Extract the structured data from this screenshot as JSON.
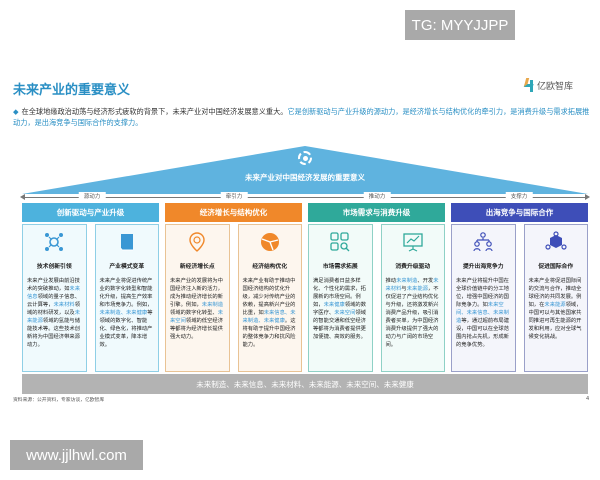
{
  "watermarks": {
    "top_right": "TG: MYYJJPP",
    "bottom_left": "www.jjlhwl.com"
  },
  "header": {
    "title": "未来产业的重要意义",
    "logo_text": "亿欧智库"
  },
  "intro": {
    "plain": "在全球地缘政治动荡与经济形式疲软的背景下，未来产业对中国经济发展意义重大。",
    "highlight": "它是创新驱动与产业升级的源动力，是经济增长与结构优化的牵引力，是消费升级与需求拓展推动力，是出海竞争与国际合作的支撑力。"
  },
  "roof": {
    "title": "未来产业对中国经济发展的重要意义",
    "color": "#5fb3df"
  },
  "forces": [
    "源动力",
    "牵引力",
    "推动力",
    "支撑力"
  ],
  "categories": [
    {
      "label": "创新驱动与产业升级",
      "color": "#4db2dd",
      "card_border": "#8fcfe6",
      "card_bg": "#f0fafd",
      "icon_color": "#3a97d4",
      "cards": [
        {
          "icon": "network-cog-icon",
          "title": "技术创新引领",
          "body": [
            {
              "t": "未来产业发展由前沿技术的突破推动，如"
            },
            {
              "t": "未来信息",
              "hl": true
            },
            {
              "t": "领域的量子信息、云计算等，"
            },
            {
              "t": "未来材料",
              "hl": true
            },
            {
              "t": "领域的材料研发，以及"
            },
            {
              "t": "未来能源",
              "hl": true
            },
            {
              "t": "领域的氢能与储能技术等。这些技术创新将为中国经济带来源动力。"
            }
          ]
        },
        {
          "icon": "book-icon",
          "title": "产业模式变革",
          "body": [
            {
              "t": "未来产业将促进传统产业的数字化转型和智能化升级，提高生产效率和市场竞争力。例如，"
            },
            {
              "t": "未来制造、未来健康",
              "hl": true
            },
            {
              "t": "等领域的数字化、智能化、绿色化，将推动产业模式变革，降本增效。"
            }
          ]
        }
      ]
    },
    {
      "label": "经济增长与结构优化",
      "color": "#f0882a",
      "card_border": "#e9c394",
      "card_bg": "#fdf6ee",
      "icon_color": "#f0882a",
      "cards": [
        {
          "icon": "location-pin-icon",
          "title": "新经济增长点",
          "body": [
            {
              "t": "未来产业的发展将为中国经济注入新的活力，成为推动经济增长的新引擎。例如，"
            },
            {
              "t": "未来制造",
              "hl": true
            },
            {
              "t": "领域的数字化转型、"
            },
            {
              "t": "未来空间",
              "hl": true
            },
            {
              "t": "领域的低空经济等都将为经济增长提供强大动力。"
            }
          ]
        },
        {
          "icon": "pie-chart-icon",
          "title": "经济结构优化",
          "body": [
            {
              "t": "未来产业有助于推动中国经济结构的优化升级，减少对传统产业的依赖，提高新兴产业的比重，如"
            },
            {
              "t": "未来信息、未来制造、未来健康",
              "hl": true
            },
            {
              "t": "。这将有助于提升中国经济的整体竞争力和抗风险能力。"
            }
          ]
        }
      ]
    },
    {
      "label": "市场需求与消费升级",
      "color": "#2fa99a",
      "card_border": "#8fd1c6",
      "card_bg": "#f2fbf9",
      "icon_color": "#2fa99a",
      "cards": [
        {
          "icon": "grid-search-icon",
          "title": "市场需求拓展",
          "body": [
            {
              "t": "满足消费者日益多样化、个性化的需求，拓展新的市场空间。例如，"
            },
            {
              "t": "未来健康",
              "hl": true
            },
            {
              "t": "领域的数字医疗、"
            },
            {
              "t": "未来空间",
              "hl": true
            },
            {
              "t": "领域的智能交通和低空经济等都将为消费者提供更加便捷、高效的服务。"
            }
          ]
        },
        {
          "icon": "presentation-chart-icon",
          "title": "消费升级驱动",
          "body": [
            {
              "t": "推动"
            },
            {
              "t": "未来制造",
              "hl": true
            },
            {
              "t": "、开发"
            },
            {
              "t": "未来材料",
              "hl": true
            },
            {
              "t": "与"
            },
            {
              "t": "未来能源",
              "hl": true
            },
            {
              "t": "，不仅促进了产业结构优化与升级，还将激发新兴消费产品升级，吸引消费者买单，为中国经济消费升级提供了强大的动力与广阔的市场空间。"
            }
          ]
        }
      ]
    },
    {
      "label": "出海竞争与国际合作",
      "color": "#3e4eb8",
      "card_border": "#9aa0c9",
      "card_bg": "#f4f5fb",
      "icon_color": "#3e4eb8",
      "cards": [
        {
          "icon": "team-hierarchy-icon",
          "title": "提升出海竞争力",
          "body": [
            {
              "t": "未来产业将提升中国在全球价值链中的分工地位，增强中国经济的国际竞争力。如"
            },
            {
              "t": "未来空间、未来信息、未来制造",
              "hl": true
            },
            {
              "t": "等，通过超前布局建设，中国可以在全球范围内抢占先机，形成新的竞争优势。"
            }
          ]
        },
        {
          "icon": "cooperation-cube-icon",
          "title": "促进国际合作",
          "body": [
            {
              "t": "未来产业将促进国际间的交流与合作，推动全球经济的共同发展。例如，在"
            },
            {
              "t": "未来能源",
              "hl": true
            },
            {
              "t": "领域，中国可以与其他国家共同推进可再生能源的开发和利用，应对全球气候变化挑战。"
            }
          ]
        }
      ]
    }
  ],
  "bottom_bar": "未来制造、未来信息、未来材料、未来能源、未来空间、未来健康",
  "footer": {
    "source": "资料来源：公开资料，专家访谈，亿欧智库",
    "page_number": "4"
  }
}
